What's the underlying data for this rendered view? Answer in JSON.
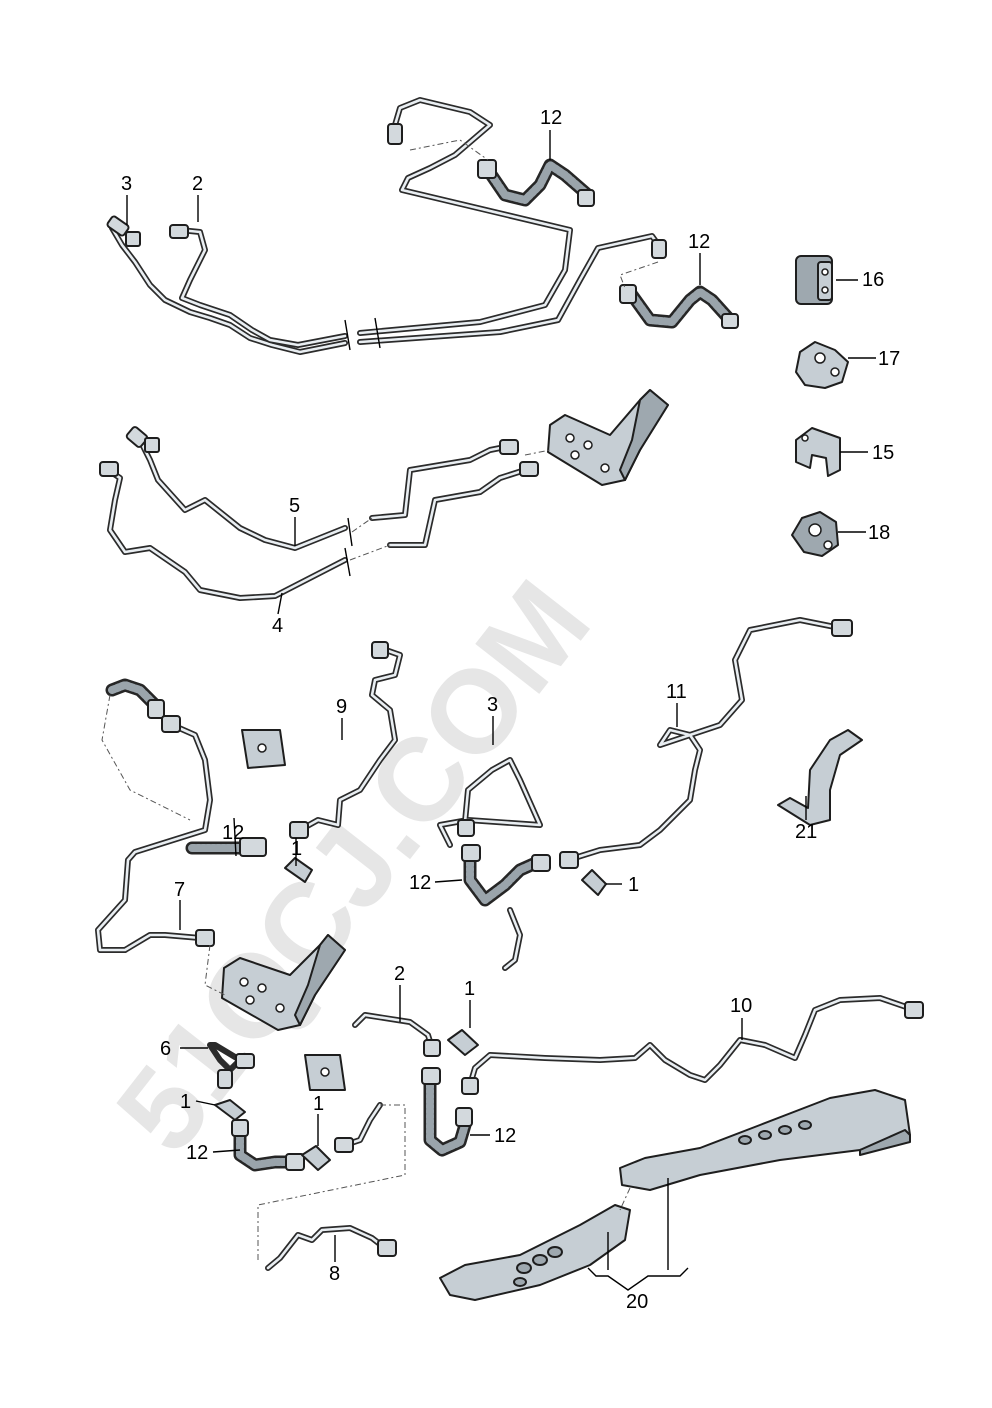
{
  "watermark": "51QCJ.COM",
  "callouts": {
    "c12_a": "12",
    "c3_a": "3",
    "c2_a": "2",
    "c12_b": "12",
    "c16": "16",
    "c17": "17",
    "c15": "15",
    "c18": "18",
    "c5": "5",
    "c4": "4",
    "c9": "9",
    "c3_b": "3",
    "c11": "11",
    "c12_c": "12",
    "c1_a": "1",
    "c21": "21",
    "c12_d": "12",
    "c1_b": "1",
    "c7": "7",
    "c2_b": "2",
    "c1_c": "1",
    "c10": "10",
    "c6": "6",
    "c1_d": "1",
    "c1_e": "1",
    "c12_e": "12",
    "c12_f": "12",
    "c8": "8",
    "c20": "20"
  }
}
